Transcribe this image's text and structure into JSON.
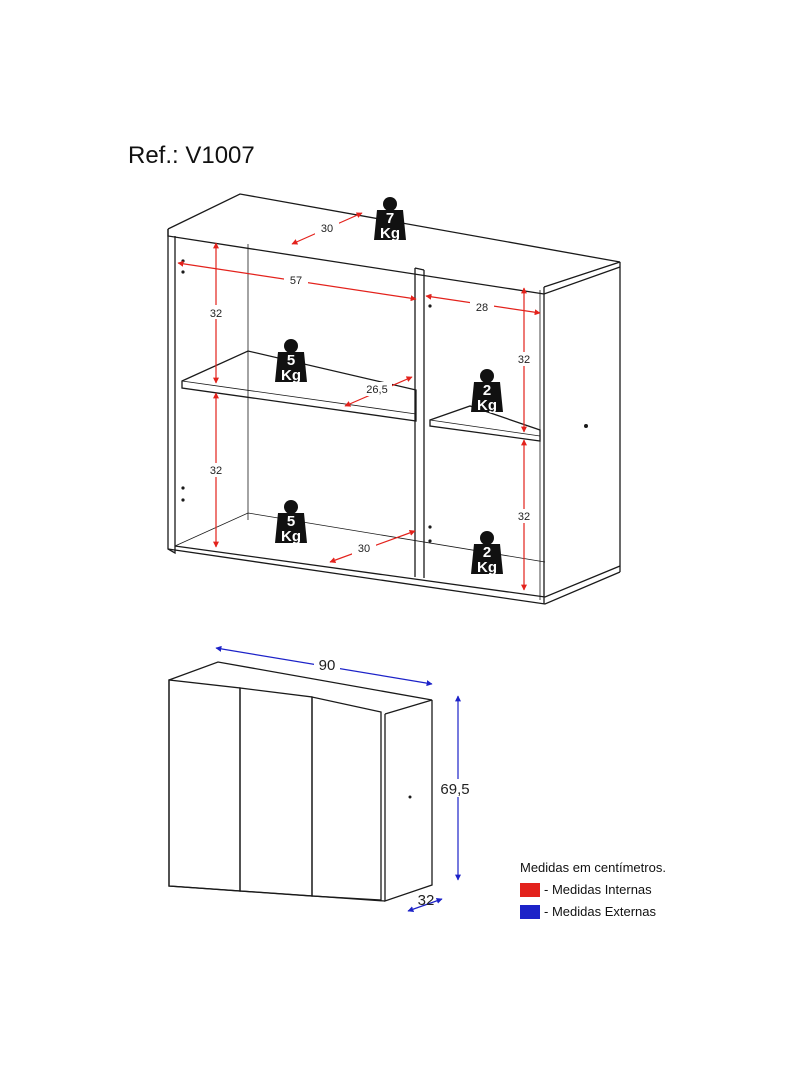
{
  "reference": "Ref.: V1007",
  "colors": {
    "internal": "#e3221c",
    "external": "#1c22c8",
    "line": "#1a1a1a"
  },
  "internal_dims": {
    "top_depth": "30",
    "inner_width": "57",
    "right_width": "28",
    "left_upper_height": "32",
    "left_lower_height": "32",
    "right_upper_height": "32",
    "right_lower_height": "32",
    "shelf_depth": "26,5",
    "bottom_depth": "30"
  },
  "weights": {
    "top": {
      "value": "7",
      "unit": "Kg"
    },
    "left_shelf": {
      "value": "5",
      "unit": "Kg"
    },
    "left_bottom": {
      "value": "5",
      "unit": "Kg"
    },
    "right_shelf": {
      "value": "2",
      "unit": "Kg"
    },
    "right_bottom": {
      "value": "2",
      "unit": "Kg"
    }
  },
  "external_dims": {
    "width": "90",
    "height": "69,5",
    "depth": "32"
  },
  "legend": {
    "title": "Medidas em centímetros.",
    "internal_label": "- Medidas Internas",
    "external_label": "- Medidas Externas"
  }
}
